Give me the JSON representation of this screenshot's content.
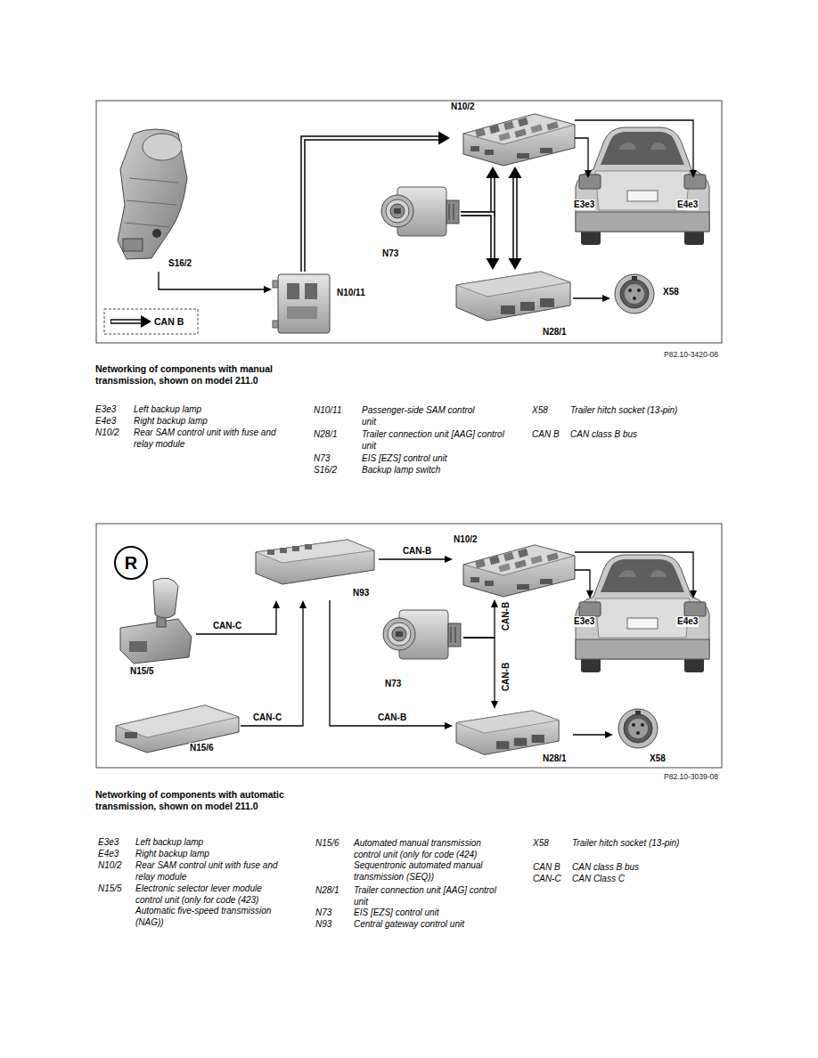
{
  "diagram": {
    "nodes": [
      {
        "text": [
          "N10/2"
        ]
      },
      {
        "text": [
          "E3e3"
        ]
      },
      {
        "text": [
          "E4e3"
        ]
      },
      {
        "text": [
          "S16/2"
        ]
      },
      {
        "text": [
          "N10/11"
        ]
      },
      {
        "text": [
          "N73"
        ]
      },
      {
        "text": [
          "N28/1"
        ]
      },
      {
        "text": [
          "X58"
        ]
      },
      {
        "text": [
          "R"
        ]
      },
      {
        "text": [
          "N93"
        ]
      },
      {
        "text": [
          "N10/2"
        ]
      },
      {
        "text": [
          "E3e3"
        ]
      },
      {
        "text": [
          "E4e3"
        ]
      },
      {
        "text": [
          "N15/5"
        ]
      },
      {
        "text": [
          "N73"
        ]
      },
      {
        "text": [
          "N15/6"
        ]
      },
      {
        "text": [
          "N28/1"
        ]
      },
      {
        "text": [
          "X58"
        ]
      }
    ],
    "edges": [
      {
        "from": 3,
        "to": 4,
        "arrow": "to"
      },
      {
        "from": 4,
        "to": 0,
        "arrow": "to"
      },
      {
        "from": 0,
        "to": 1,
        "arrow": "to"
      },
      {
        "from": 0,
        "to": 2,
        "arrow": "to"
      },
      {
        "from": 5,
        "to": 0,
        "arrow": "to"
      },
      {
        "from": 5,
        "to": 6,
        "arrow": "to"
      },
      {
        "from": 0,
        "to": 6,
        "arrow": "both"
      },
      {
        "from": 6,
        "to": 7,
        "arrow": "to"
      },
      {
        "from": 13,
        "to": 9,
        "label": "CAN-C",
        "arrow": "to"
      },
      {
        "from": 15,
        "to": 9,
        "label": "CAN-C",
        "arrow": "to"
      },
      {
        "from": 9,
        "to": 10,
        "label": "CAN-B",
        "arrow": "to"
      },
      {
        "from": 9,
        "to": 16,
        "label": "CAN-B",
        "arrow": "to"
      },
      {
        "from": 14,
        "to": 10,
        "label": "CAN-B",
        "arrow": "to"
      },
      {
        "from": 14,
        "to": 16,
        "label": "CAN-B",
        "arrow": "to"
      },
      {
        "from": 10,
        "to": 11,
        "arrow": "to"
      },
      {
        "from": 10,
        "to": 12,
        "arrow": "to"
      },
      {
        "from": 16,
        "to": 17,
        "arrow": "to"
      }
    ],
    "labels": [
      "P82.10-3420-08",
      "Networking of components with manual transmission, shown on model 211.0",
      "E3e3",
      "Left backup lamp",
      "E4e3",
      "Right backup lamp",
      "N10/2",
      "Rear SAM control unit with fuse and relay module",
      "N10/11",
      "Passenger-side SAM control unit",
      "N28/1",
      "Trailer connection unit [AAG] control unit",
      "N73",
      "EIS [EZS] control unit",
      "S16/2",
      "Backup lamp switch",
      "X58",
      "Trailer hitch socket (13-pin)",
      "CAN B",
      "CAN class B bus",
      "P82.10-3039-08",
      "Networking of components with automatic transmission, shown on model 211.0",
      "E3e3",
      "Left backup lamp",
      "E4e3",
      "Right backup lamp",
      "N10/2",
      "Rear SAM control unit with fuse and relay module",
      "N15/5",
      "Electronic selector lever module control unit (only for code (423) Automatic five-speed transmission (NAG))",
      "N15/6",
      "Automated manual transmission control unit (only for code (424) Sequentronic automated manual transmission (SEQ))",
      "N28/1",
      "Trailer connection unit [AAG] control unit",
      "N73",
      "EIS [EZS] control unit",
      "N93",
      "Central gateway control unit",
      "X58",
      "Trailer hitch socket (13-pin)",
      "CAN B",
      "CAN class B bus",
      "CAN-C",
      "CAN Class C"
    ],
    "legend": [
      {
        "text": "CAN B"
      }
    ]
  }
}
